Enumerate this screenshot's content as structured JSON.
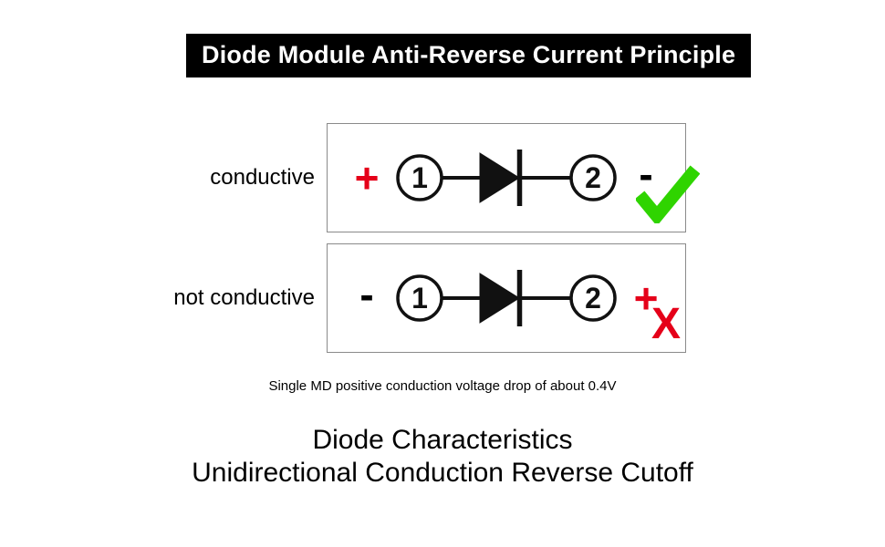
{
  "title": "Diode Module Anti-Reverse Current Principle",
  "rows": [
    {
      "label": "conductive",
      "left_sign": "+",
      "right_sign": "-",
      "terminal1": "1",
      "terminal2": "2",
      "result": "check"
    },
    {
      "label": "not conductive",
      "left_sign": "-",
      "right_sign": "+",
      "terminal1": "1",
      "terminal2": "2",
      "result": "x",
      "x_mark": "X"
    }
  ],
  "caption": "Single MD positive conduction voltage drop of about 0.4V",
  "footer": {
    "line1": "Diode Characteristics",
    "line2": "Unidirectional Conduction Reverse Cutoff"
  },
  "colors": {
    "positive_red": "#e50019",
    "check_green": "#2fd400",
    "x_red": "#e50019"
  }
}
